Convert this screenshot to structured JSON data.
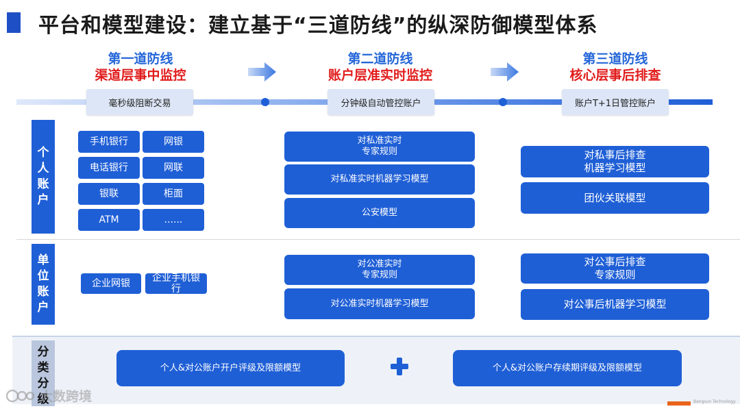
{
  "title": "平台和模型建设：建立基于“三道防线”的纵深防御模型体系",
  "lines": [
    {
      "name": "第一道防线",
      "sub": "渠道层事中监控",
      "timeline_label": "毫秒级阻断交易"
    },
    {
      "name": "第二道防线",
      "sub": "账户层准实时监控",
      "timeline_label": "分钟级自动管控账户"
    },
    {
      "name": "第三道防线",
      "sub": "核心层事后排查",
      "timeline_label": "账户T+1日管控账户"
    }
  ],
  "sections": {
    "personal": "个人账户",
    "corporate": "单位账户",
    "classify": "分类分级"
  },
  "personal_channels": [
    "手机银行",
    "网银",
    "电话银行",
    "网联",
    "银联",
    "柜面",
    "ATM",
    "......"
  ],
  "corporate_channels": [
    "企业网银",
    "企业手机银行"
  ],
  "personal_line2": [
    {
      "l1": "对私准实时",
      "l2": "专家规则"
    },
    {
      "l1": "对私准实时机器学习模型"
    },
    {
      "l1": "公安模型"
    }
  ],
  "personal_line3": [
    {
      "l1": "对私事后排查",
      "l2": "机器学习模型"
    },
    {
      "l1": "团伙关联模型"
    }
  ],
  "corporate_line2": [
    {
      "l1": "对公准实时",
      "l2": "专家规则"
    },
    {
      "l1": "对公准实时机器学习模型"
    }
  ],
  "corporate_line3": [
    {
      "l1": "对公事后排查",
      "l2": "专家规则"
    },
    {
      "l1": "对公事后机器学习模型"
    }
  ],
  "classify_models": [
    "个人&对公账户开户评级及限额模型",
    "个人&对公账户存续期评级及限额模型"
  ],
  "watermark": "大数跨境",
  "brand_text": "Bangsun Technology",
  "colors": {
    "accent": "#1f5fd6",
    "headline_blue": "#2466d8",
    "headline_red": "#e11b1b",
    "brand_orange": "#e8641b"
  },
  "icons": [
    "arrow-right-icon",
    "plus-icon",
    "watermark-logo-icon"
  ]
}
